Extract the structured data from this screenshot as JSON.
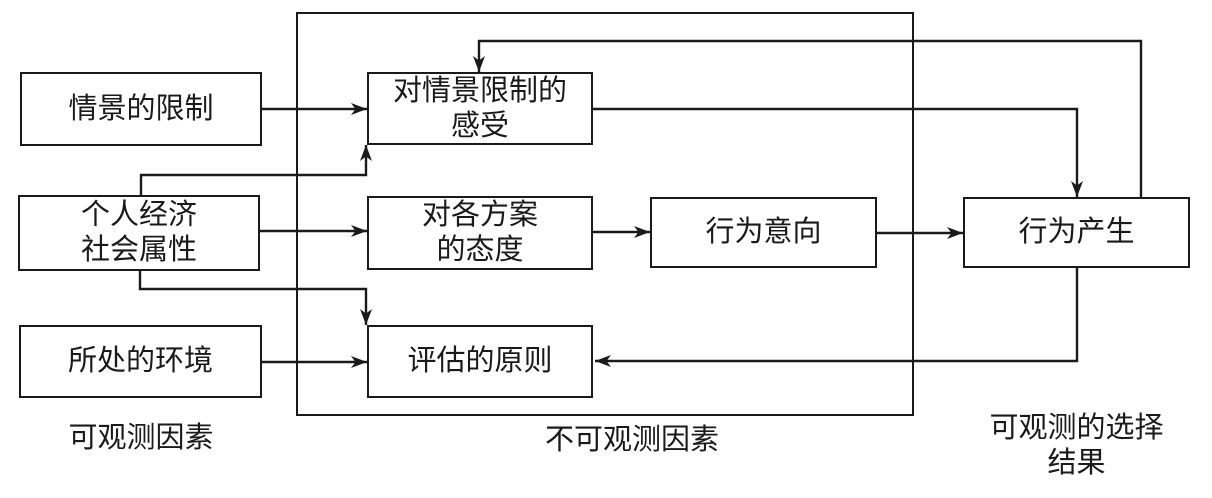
{
  "diagram": {
    "nodes": {
      "situation_constraint": {
        "label": "情景的限制"
      },
      "personal_socioeconomic": {
        "label": "个人经济\n社会属性"
      },
      "environment": {
        "label": "所处的环境"
      },
      "perception_of_constraint": {
        "label": "对情景限制的\n感受"
      },
      "attitude_to_alternatives": {
        "label": "对各方案\n的态度"
      },
      "evaluation_principle": {
        "label": "评估的原则"
      },
      "behavior_intention": {
        "label": "行为意向"
      },
      "behavior_occurrence": {
        "label": "行为产生"
      }
    },
    "zone_labels": {
      "observable_factors": "可观测因素",
      "unobservable_factors": "不可观测因素",
      "observable_choice_outcome": "可观测的选择\n结果"
    },
    "edges": [
      {
        "from": "situation_constraint",
        "to": "perception_of_constraint"
      },
      {
        "from": "personal_socioeconomic",
        "to": "perception_of_constraint"
      },
      {
        "from": "personal_socioeconomic",
        "to": "attitude_to_alternatives"
      },
      {
        "from": "personal_socioeconomic",
        "to": "evaluation_principle"
      },
      {
        "from": "environment",
        "to": "evaluation_principle"
      },
      {
        "from": "attitude_to_alternatives",
        "to": "behavior_intention"
      },
      {
        "from": "behavior_intention",
        "to": "behavior_occurrence"
      },
      {
        "from": "perception_of_constraint",
        "to": "behavior_occurrence"
      },
      {
        "from": "behavior_occurrence",
        "to": "perception_of_constraint"
      },
      {
        "from": "behavior_occurrence",
        "to": "evaluation_principle"
      }
    ],
    "colors": {
      "line": "#1a1a1a",
      "background": "#ffffff"
    }
  }
}
